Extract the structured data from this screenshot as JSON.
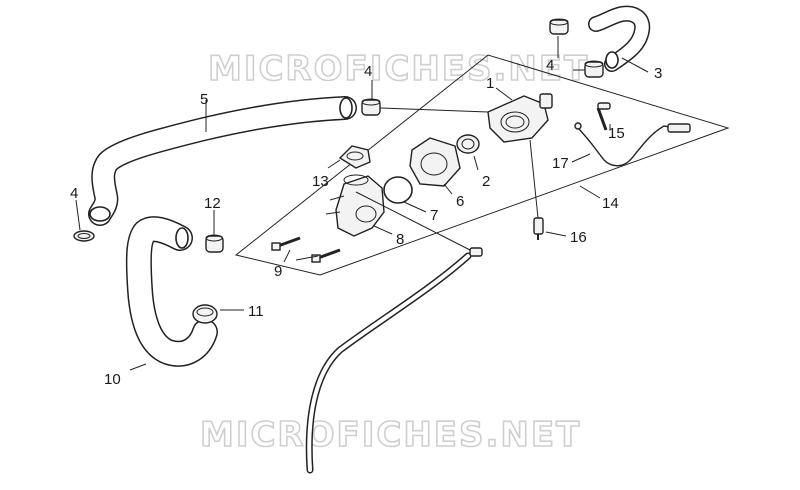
{
  "watermarks": {
    "top": "MICROFICHES.NET",
    "bottom": "MICROFICHES.NET"
  },
  "callouts": [
    {
      "id": "c1",
      "text": "1"
    },
    {
      "id": "c2",
      "text": "2"
    },
    {
      "id": "c3",
      "text": "3"
    },
    {
      "id": "c4a",
      "text": "4"
    },
    {
      "id": "c4b",
      "text": "4"
    },
    {
      "id": "c4c",
      "text": "4"
    },
    {
      "id": "c5",
      "text": "5"
    },
    {
      "id": "c6",
      "text": "6"
    },
    {
      "id": "c7",
      "text": "7"
    },
    {
      "id": "c8",
      "text": "8"
    },
    {
      "id": "c9",
      "text": "9"
    },
    {
      "id": "c10",
      "text": "10"
    },
    {
      "id": "c11",
      "text": "11"
    },
    {
      "id": "c12",
      "text": "12"
    },
    {
      "id": "c13",
      "text": "13"
    },
    {
      "id": "c14",
      "text": "14"
    },
    {
      "id": "c15",
      "text": "15"
    },
    {
      "id": "c16",
      "text": "16"
    },
    {
      "id": "c17",
      "text": "17"
    }
  ]
}
